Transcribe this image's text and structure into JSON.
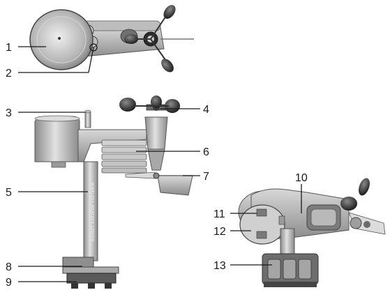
{
  "callouts": [
    {
      "id": "1",
      "label": "1"
    },
    {
      "id": "2",
      "label": "2"
    },
    {
      "id": "3",
      "label": "3"
    },
    {
      "id": "4",
      "label": "4"
    },
    {
      "id": "5",
      "label": "5"
    },
    {
      "id": "6",
      "label": "6"
    },
    {
      "id": "7",
      "label": "7"
    },
    {
      "id": "8",
      "label": "8"
    },
    {
      "id": "9",
      "label": "9"
    },
    {
      "id": "10",
      "label": "10"
    },
    {
      "id": "11",
      "label": "11"
    },
    {
      "id": "12",
      "label": "12"
    },
    {
      "id": "13",
      "label": "13"
    }
  ],
  "pole_text": "WIRELESS WEATHER CENTER",
  "colors": {
    "background": "#ffffff",
    "ink": "#1a1a1a",
    "body_light": "#c8c8c8",
    "body_mid": "#9a9a9a",
    "body_dark": "#4a4a4a"
  }
}
